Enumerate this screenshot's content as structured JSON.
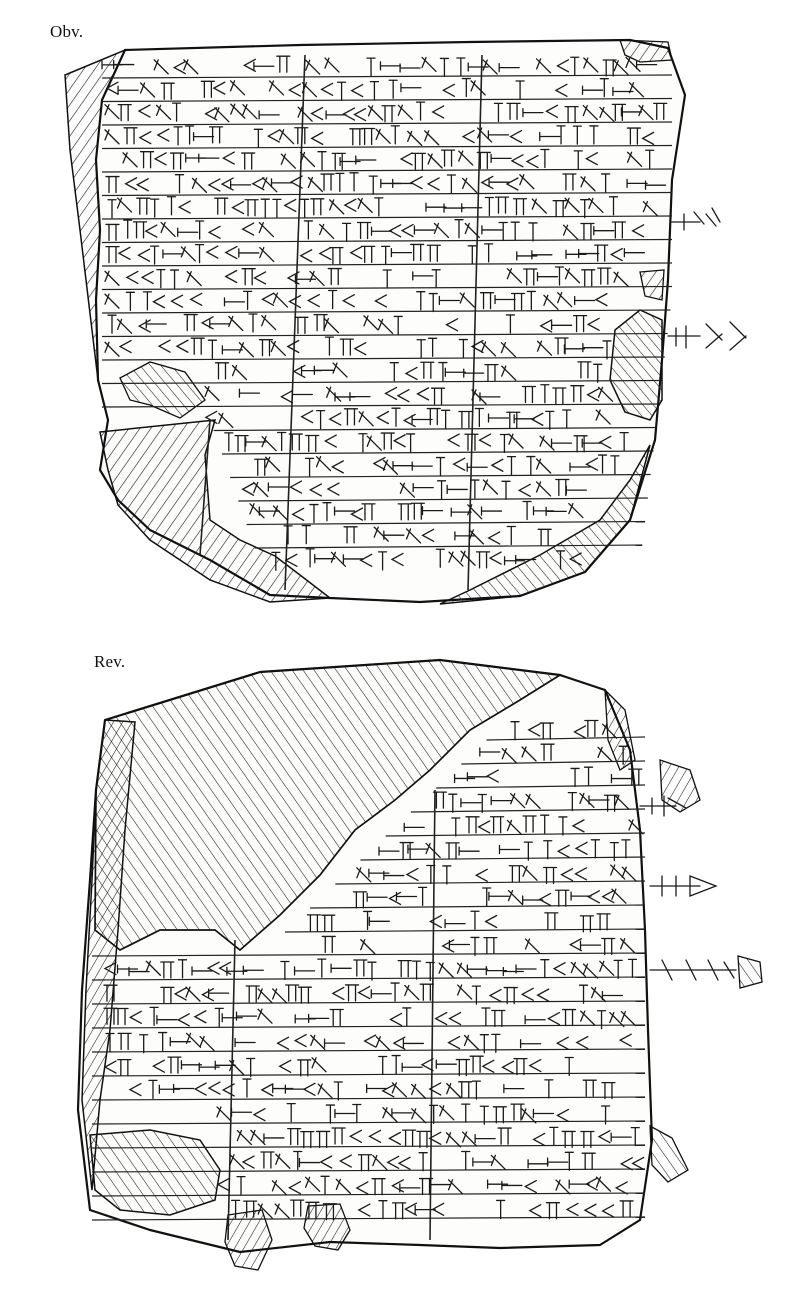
{
  "faces": [
    {
      "id": "obverse",
      "label": "Obv."
    },
    {
      "id": "reverse",
      "label": "Rev."
    }
  ],
  "colors": {
    "ink": "#111111",
    "paper": "#ffffff",
    "hatch": "#1a1a1a"
  }
}
